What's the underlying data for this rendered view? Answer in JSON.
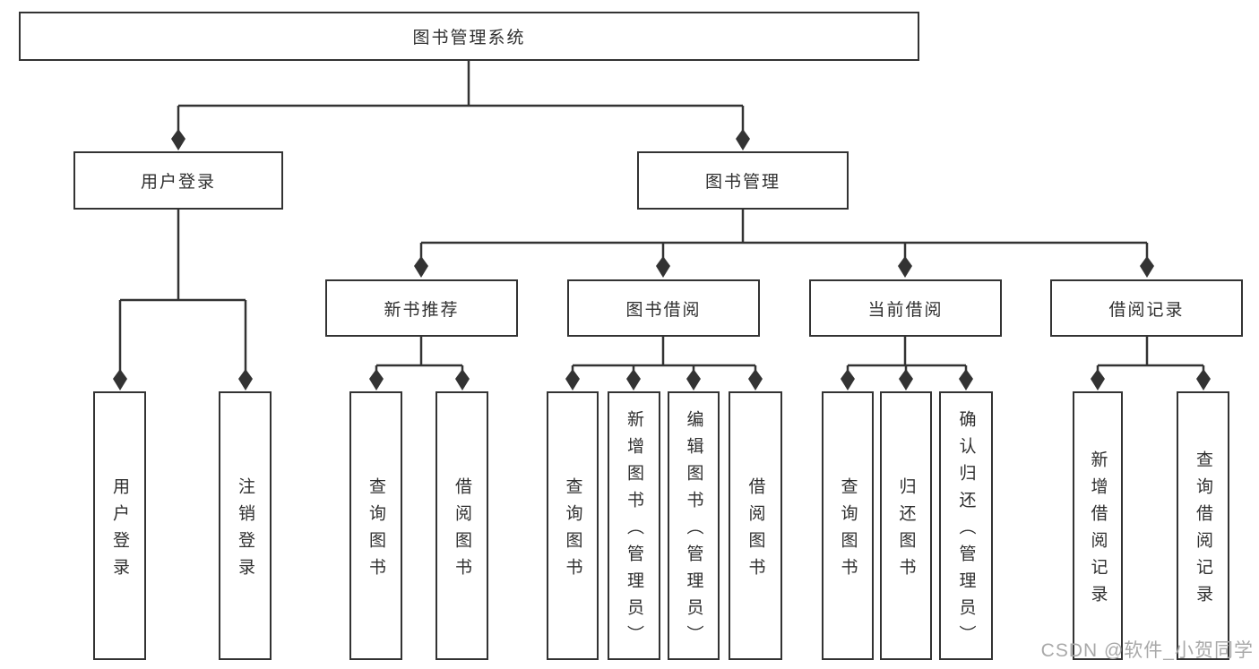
{
  "tree": {
    "root": "图书管理系统",
    "branches": [
      {
        "label": "用户登录",
        "children": [
          {
            "label": "用户登录"
          },
          {
            "label": "注销登录"
          }
        ]
      },
      {
        "label": "图书管理",
        "children": [
          {
            "label": "新书推荐",
            "children": [
              {
                "label": "查询图书"
              },
              {
                "label": "借阅图书"
              }
            ]
          },
          {
            "label": "图书借阅",
            "children": [
              {
                "label": "查询图书"
              },
              {
                "label": "新增图书（管理员）"
              },
              {
                "label": "编辑图书（管理员）"
              },
              {
                "label": "借阅图书"
              }
            ]
          },
          {
            "label": "当前借阅",
            "children": [
              {
                "label": "查询图书"
              },
              {
                "label": "归还图书"
              },
              {
                "label": "确认归还（管理员）"
              }
            ]
          },
          {
            "label": "借阅记录",
            "children": [
              {
                "label": "新增借阅记录"
              },
              {
                "label": "查询借阅记录"
              }
            ]
          }
        ]
      }
    ]
  },
  "watermark": "CSDN @软件_小贺同学",
  "colors": {
    "line": "#333333",
    "text": "#2f2f2f",
    "background": "#ffffff",
    "watermark": "#a9a9a9"
  }
}
